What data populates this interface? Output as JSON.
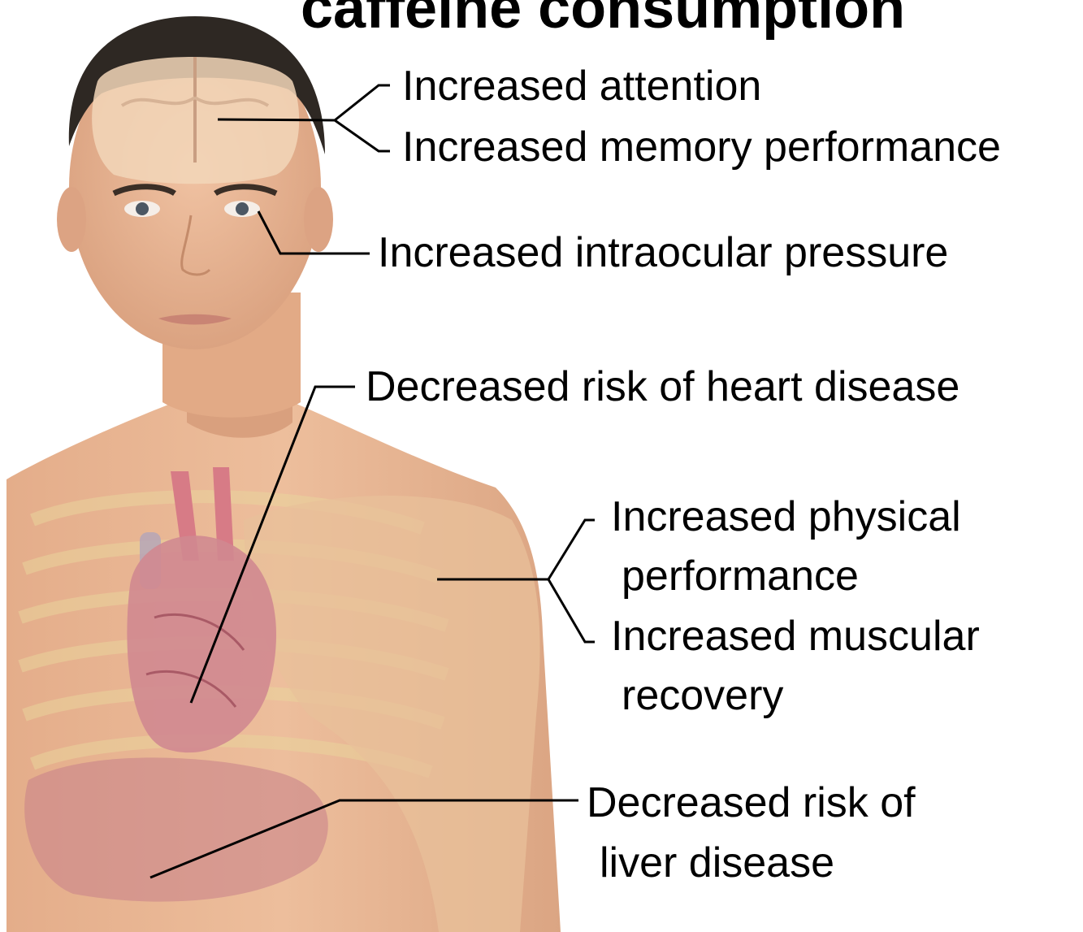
{
  "title": "caffeine consumption",
  "labels": {
    "attention": "Increased attention",
    "memory": "Increased memory performance",
    "intraocular": "Increased intraocular pressure",
    "heart": "Decreased risk of heart disease",
    "physical_1": "Increased physical",
    "physical_2": "performance",
    "muscular_1": "Increased muscular",
    "muscular_2": "recovery",
    "liver_1": "Decreased risk of",
    "liver_2": "liver disease"
  },
  "colors": {
    "skin": "#e8b391",
    "skin_shadow": "#d39a76",
    "hair": "#2e2823",
    "brain": "#f2d6b8",
    "heart": "#cf6f78",
    "liver": "#b86b70",
    "muscle": "#e2b48c",
    "ribs": "#e6d19a",
    "leader_line": "#000000",
    "text": "#000000"
  }
}
